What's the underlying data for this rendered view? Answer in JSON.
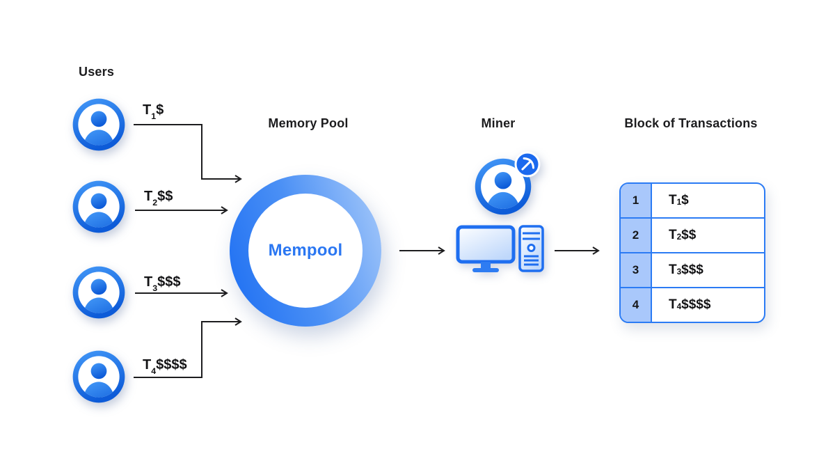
{
  "users_section": {
    "title": "Users"
  },
  "mempool_section": {
    "title": "Memory Pool",
    "circle_label": "Mempool"
  },
  "miner_section": {
    "title": "Miner"
  },
  "block_section": {
    "title": "Block of Transactions"
  },
  "transactions": [
    {
      "symbol": "T",
      "sub": "1",
      "fee": "$"
    },
    {
      "symbol": "T",
      "sub": "2",
      "fee": "$$"
    },
    {
      "symbol": "T",
      "sub": "3",
      "fee": "$$$"
    },
    {
      "symbol": "T",
      "sub": "4",
      "fee": "$$$$"
    }
  ],
  "block": {
    "rows": [
      {
        "index": "1",
        "symbol": "T",
        "sub": "1",
        "fee": "$"
      },
      {
        "index": "2",
        "symbol": "T",
        "sub": "2",
        "fee": "$$"
      },
      {
        "index": "3",
        "symbol": "T",
        "sub": "3",
        "fee": "$$$"
      },
      {
        "index": "4",
        "symbol": "T",
        "sub": "4",
        "fee": "$$$$"
      }
    ]
  },
  "icons": {
    "user": "user-avatar-icon",
    "miner": "miner-avatar-icon",
    "pickaxe_badge": "pickaxe-icon",
    "computer": "desktop-computer-icon"
  },
  "colors": {
    "accent_blue": "#2B77F2",
    "avatar_gradient_start": "#4499F8",
    "avatar_gradient_end": "#0D5BD8",
    "ring_gradient_start": "#1B6DF2",
    "ring_gradient_end": "#A9CBFA",
    "table_border": "#2B7BF4",
    "table_index_bg": "#A9C8FB",
    "arrow": "#1d1d1f",
    "text_dark": "#1c1c1e"
  }
}
